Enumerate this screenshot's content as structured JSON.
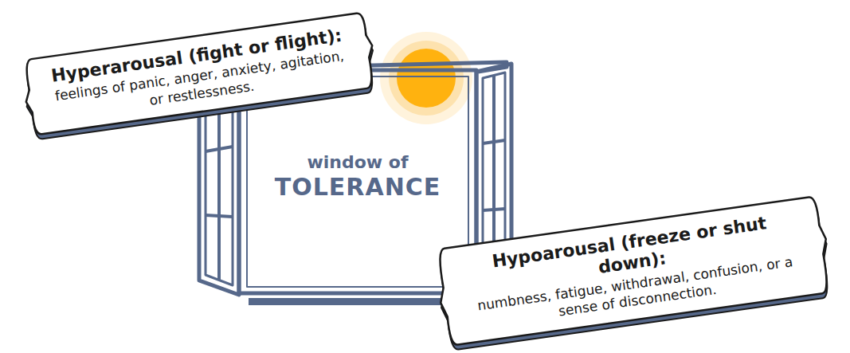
{
  "diagram": {
    "nodes": [
      {
        "text": [
          "Hyperarousal (fight or flight):",
          "feelings of panic, anger, anxiety, agitation, or restlessness."
        ]
      },
      {
        "text": [
          "window of",
          "TOLERANCE"
        ]
      },
      {
        "text": [
          "Hypoarousal (freeze or shut down):",
          "numbness, fatigue, withdrawal, confusion, or a sense of disconnection."
        ]
      }
    ]
  }
}
